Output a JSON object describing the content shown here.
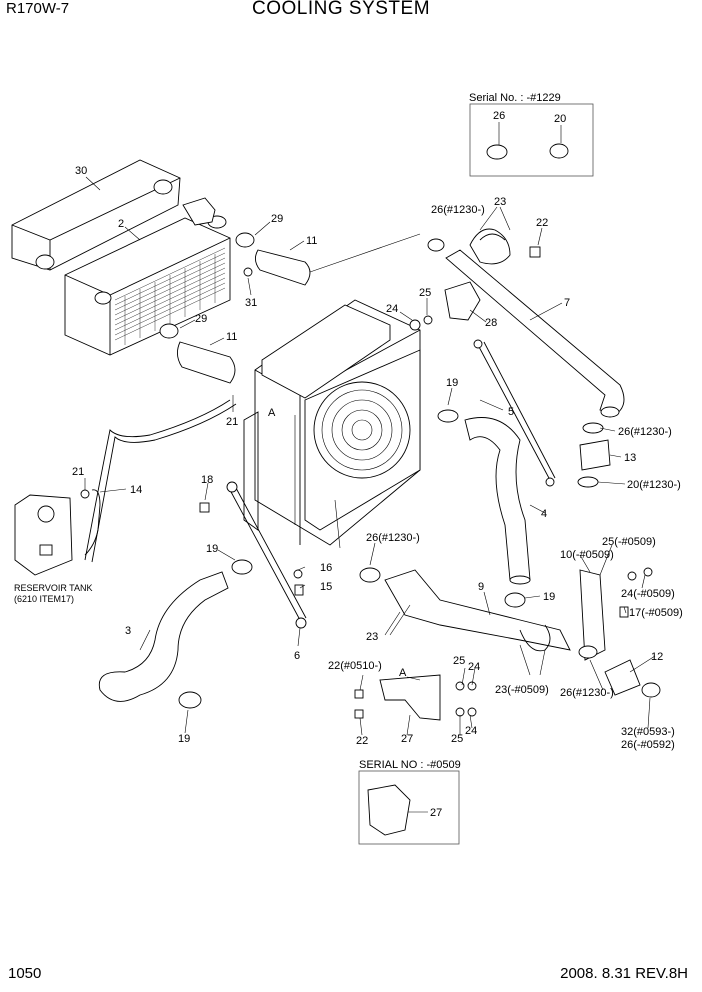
{
  "header": {
    "model": "R170W-7",
    "title": "COOLING SYSTEM"
  },
  "footer": {
    "page": "1050",
    "revision": "2008. 8.31  REV.8H"
  },
  "insets": {
    "top": {
      "label": "Serial No. : -#1229",
      "parts": [
        "26",
        "20"
      ]
    },
    "bottom": {
      "label": "SERIAL NO : -#0509",
      "parts": [
        "27"
      ]
    }
  },
  "reservoir": {
    "line1": "RESERVOIR TANK",
    "line2": "(6210 ITEM17)"
  },
  "detail_marker": "A",
  "callouts": {
    "c30": "30",
    "c2": "2",
    "c29a": "29",
    "c11a": "11",
    "c31": "31",
    "c29b": "29",
    "c11b": "11",
    "c21a": "21",
    "c21b": "21",
    "c14": "14",
    "c18": "18",
    "c19a": "19",
    "c16": "16",
    "c15": "15",
    "c3": "3",
    "c6": "6",
    "c19b": "19",
    "c26a": "26(#1230-)",
    "c23a": "23",
    "c22a": "22",
    "c7": "7",
    "c25a": "25",
    "c24a": "24",
    "c28": "28",
    "c19c": "19",
    "c5": "5",
    "c26b": "26(#1230-)",
    "c13": "13",
    "c20": "20(#1230-)",
    "c4": "4",
    "c26c": "26(#1230-)",
    "c9": "9",
    "c19d": "19",
    "c23b": "23",
    "c25b": "25(-#0509)",
    "c10": "10(-#0509)",
    "c24b": "24(-#0509)",
    "c17": "17(-#0509)",
    "c12": "12",
    "c23c": "23(-#0509)",
    "c26d": "26(#1230-)",
    "c32": "32(#0593-)",
    "c26e": "26(-#0592)",
    "c22b": "22(#0510-)",
    "c25c": "25",
    "c24c": "24",
    "c22c": "22",
    "c27": "27",
    "c25d": "25",
    "c24d": "24"
  }
}
